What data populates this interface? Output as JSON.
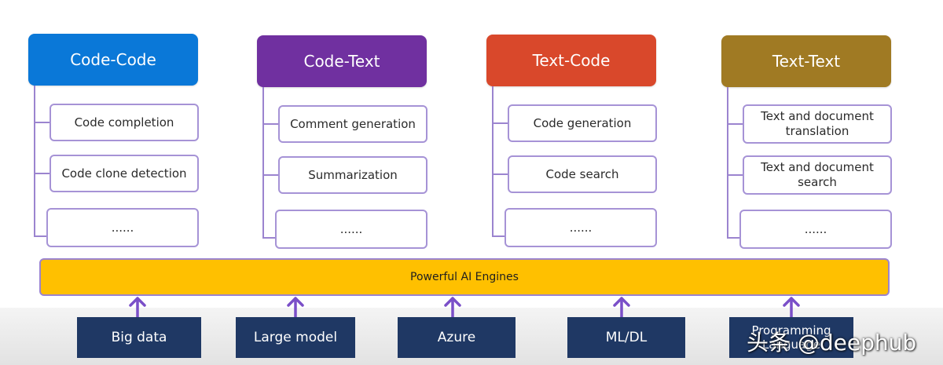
{
  "columns": [
    {
      "title": "Code-Code",
      "color": "#0a78d8",
      "items": [
        "Code completion",
        "Code clone detection",
        "......"
      ]
    },
    {
      "title": "Code-Text",
      "color": "#7030a0",
      "items": [
        "Comment generation",
        "Summarization",
        "......"
      ]
    },
    {
      "title": "Text-Code",
      "color": "#d9482b",
      "items": [
        "Code generation",
        "Code search",
        "......"
      ]
    },
    {
      "title": "Text-Text",
      "color": "#a07a23",
      "items": [
        "Text and document translation",
        "Text and document search",
        "......"
      ]
    }
  ],
  "engine": {
    "label": "Powerful AI Engines"
  },
  "sources": [
    "Big data",
    "Large model",
    "Azure",
    "ML/DL",
    "Programming Language"
  ],
  "watermark": "头条 @deephub",
  "colors": {
    "connector": "#9b84cf",
    "engine": "#ffc000",
    "source_box": "#1f3864"
  }
}
